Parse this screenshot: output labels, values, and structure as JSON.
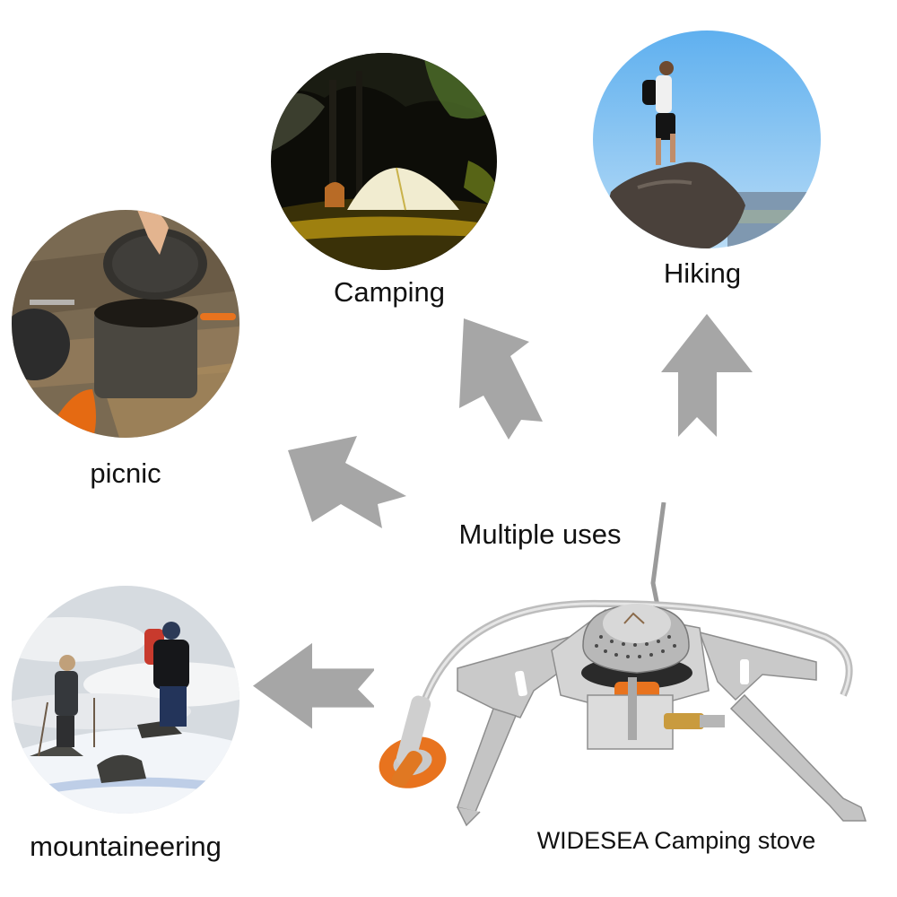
{
  "uses": [
    {
      "id": "camping",
      "label": "Camping"
    },
    {
      "id": "hiking",
      "label": "Hiking"
    },
    {
      "id": "picnic",
      "label": "picnic"
    },
    {
      "id": "mountaineering",
      "label": "mountaineering"
    }
  ],
  "center_caption": "Multiple uses",
  "product_caption": "WIDESEA Camping stove",
  "colors": {
    "arrow": "#a6a6a6",
    "text": "#111111",
    "accent_orange": "#e8731e"
  }
}
